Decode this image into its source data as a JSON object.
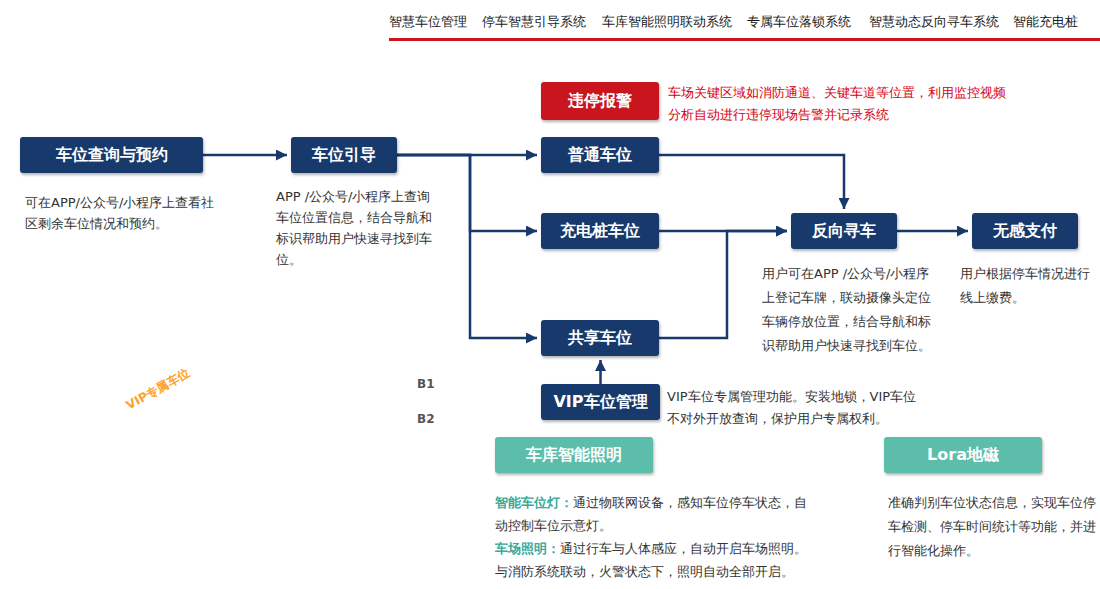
{
  "diagram": {
    "nodes": [
      {
        "text": [
          "车位查询与预约",
          "可在APP/公众号/小程序上查看社区剩余车位情况和预约。"
        ]
      },
      {
        "text": [
          "车位引导",
          "APP /公众号/小程序上查询车位位置信息，结合导航和标识帮助用户快速寻找到车位。"
        ]
      },
      {
        "text": [
          "违停报警",
          "车场关键区域如消防通道、关键车道等位置，利用监控视频分析自动进行违停现场告警并记录系统"
        ]
      },
      {
        "text": [
          "普通车位"
        ]
      },
      {
        "text": [
          "充电桩车位"
        ]
      },
      {
        "text": [
          "共享车位"
        ]
      },
      {
        "text": [
          "VIP车位管理",
          "VIP车位专属管理功能。安装地锁，VIP车位不对外开放查询，保护用户专属权利。"
        ]
      },
      {
        "text": [
          "反向寻车",
          "用户可在APP /公众号/小程序上登记车牌，联动摄像头定位车辆停放位置，结合导航和标识帮助用户快速寻找到车位。"
        ]
      },
      {
        "text": [
          "无感支付",
          "用户根据停车情况进行线上缴费。"
        ]
      },
      {
        "text": [
          "车库智能照明",
          "智能车位灯：",
          "通过物联网设备，感知车位停车状态，自动控制车位示意灯。",
          "车场照明：",
          "通过行车与人体感应，自动开启车场照明。与消防系统联动，火警状态下，照明自动全部开启。"
        ]
      },
      {
        "text": [
          "Lora地磁",
          "准确判别车位状态信息，实现车位停车检测、停车时间统计等功能，并进行智能化操作。"
        ]
      }
    ],
    "edges": [
      {
        "from": 0,
        "to": 1,
        "arrow": "to"
      },
      {
        "from": 1,
        "to": 3,
        "arrow": "to"
      },
      {
        "from": 1,
        "to": 4,
        "arrow": "to"
      },
      {
        "from": 1,
        "to": 5,
        "arrow": "to"
      },
      {
        "from": 3,
        "to": 7,
        "arrow": "to"
      },
      {
        "from": 4,
        "to": 7,
        "arrow": "to"
      },
      {
        "from": 5,
        "to": 7,
        "arrow": "to"
      },
      {
        "from": 7,
        "to": 8,
        "arrow": "to"
      },
      {
        "from": 6,
        "to": 5,
        "arrow": "to"
      }
    ],
    "labels": [
      "智慧车位管理",
      "停车智慧引导系统",
      "车库智能照明联动系统",
      "专属车位落锁系统",
      "智慧动态反向寻车系统",
      "智能充电桩",
      "VIP专属车位",
      "B1",
      "B2"
    ]
  }
}
